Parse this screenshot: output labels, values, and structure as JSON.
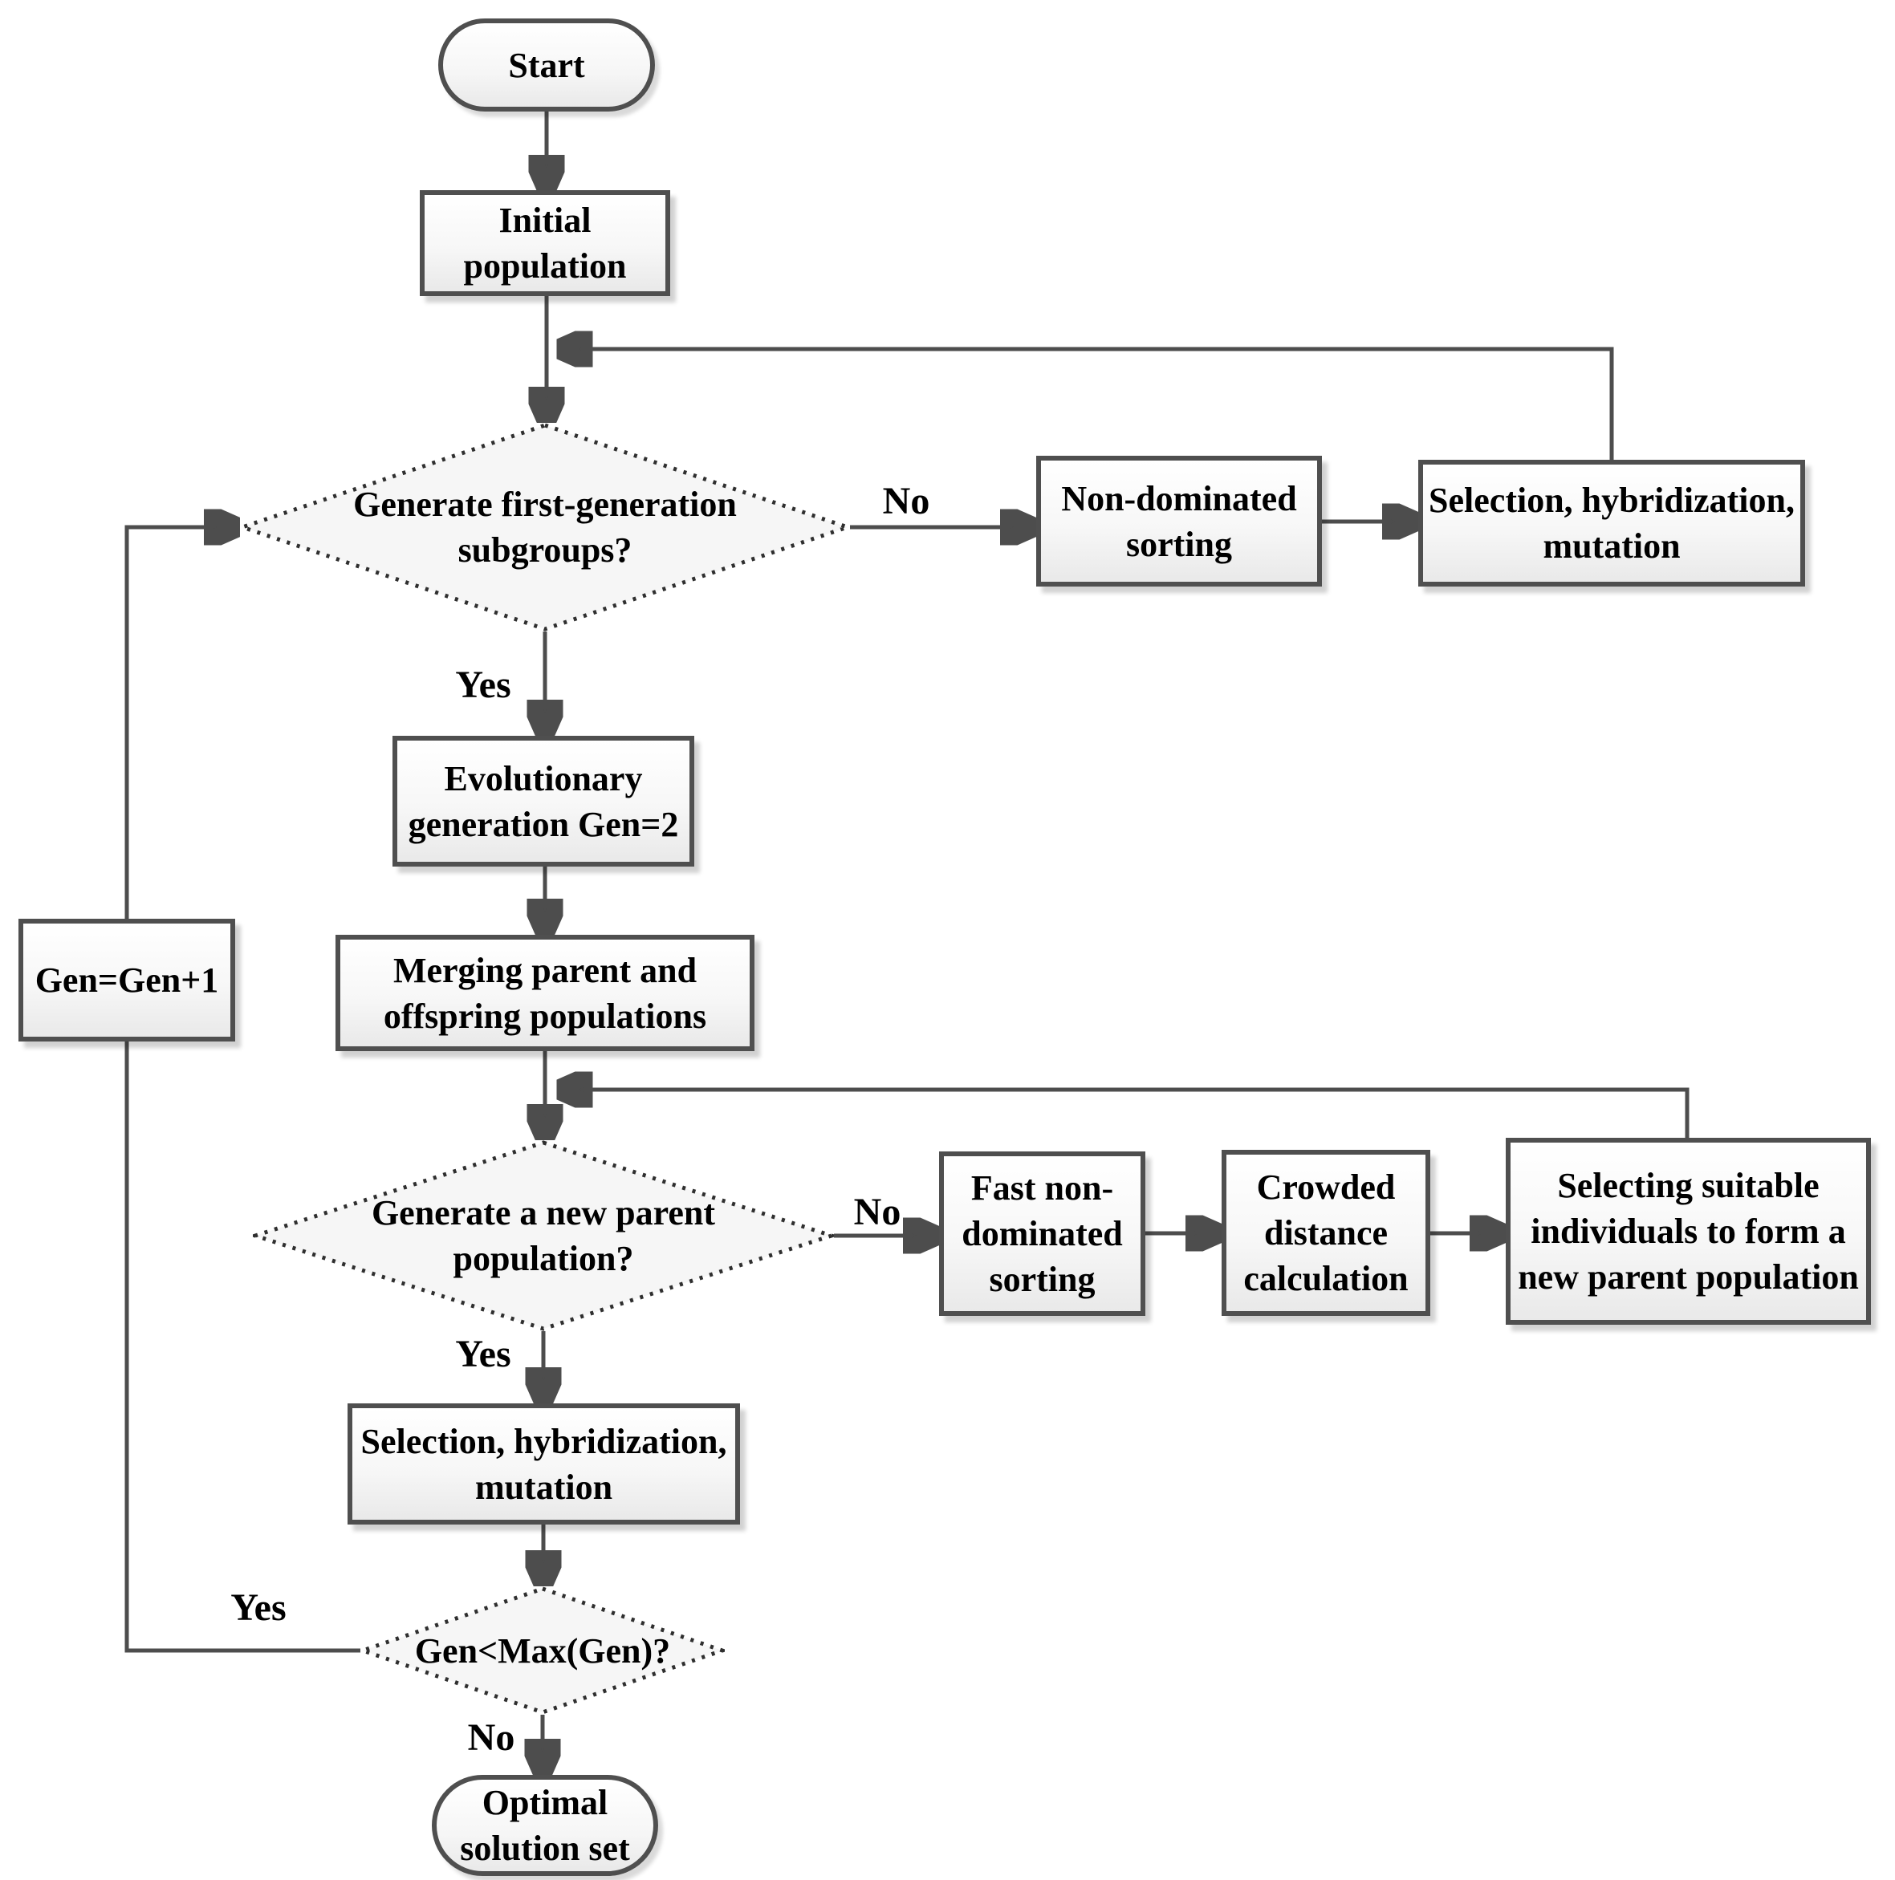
{
  "flowchart": {
    "nodes": {
      "start": {
        "type": "terminator",
        "lines": [
          "Start"
        ]
      },
      "initial_population": {
        "type": "process",
        "lines": [
          "Initial",
          "population"
        ]
      },
      "generate_first_generation_subgroups": {
        "type": "decision",
        "lines": [
          "Generate first-generation",
          "subgroups?"
        ]
      },
      "non_dominated_sorting": {
        "type": "process",
        "lines": [
          "Non-dominated",
          "sorting"
        ]
      },
      "selection_hybridization_mutation_top": {
        "type": "process",
        "lines": [
          "Selection, hybridization,",
          "mutation"
        ]
      },
      "evolutionary_generation": {
        "type": "process",
        "lines": [
          "Evolutionary",
          "generation Gen=2"
        ]
      },
      "merging_populations": {
        "type": "process",
        "lines": [
          "Merging parent and",
          "offspring populations"
        ]
      },
      "gen_increment": {
        "type": "process",
        "lines": [
          "Gen=Gen+1"
        ]
      },
      "generate_new_parent_population": {
        "type": "decision",
        "lines": [
          "Generate a new parent",
          "population?"
        ]
      },
      "fast_non_dominated_sorting": {
        "type": "process",
        "lines": [
          "Fast non-",
          "dominated",
          "sorting"
        ]
      },
      "crowded_distance_calculation": {
        "type": "process",
        "lines": [
          "Crowded",
          "distance",
          "calculation"
        ]
      },
      "selecting_suitable_individuals": {
        "type": "process",
        "lines": [
          "Selecting suitable",
          "individuals to form a",
          "new parent population"
        ]
      },
      "selection_hybridization_mutation_bottom": {
        "type": "process",
        "lines": [
          "Selection, hybridization,",
          "mutation"
        ]
      },
      "gen_less_than_max": {
        "type": "decision",
        "lines": [
          "Gen<Max(Gen)?"
        ]
      },
      "optimal_solution_set": {
        "type": "terminator",
        "lines": [
          "Optimal",
          "solution set"
        ]
      }
    },
    "edge_labels": {
      "no_first_subgroups": "No",
      "yes_first_subgroups": "Yes",
      "no_new_parent": "No",
      "yes_new_parent": "Yes",
      "yes_gen_max": "Yes",
      "no_gen_max": "No"
    },
    "colors": {
      "line": "#4d4d4d",
      "box_border": "#4f4f4f",
      "box_fill_top": "#ffffff",
      "box_fill_bottom": "#e9e9e9",
      "diamond_border": "#2f2f2f",
      "text": "#000000"
    }
  }
}
